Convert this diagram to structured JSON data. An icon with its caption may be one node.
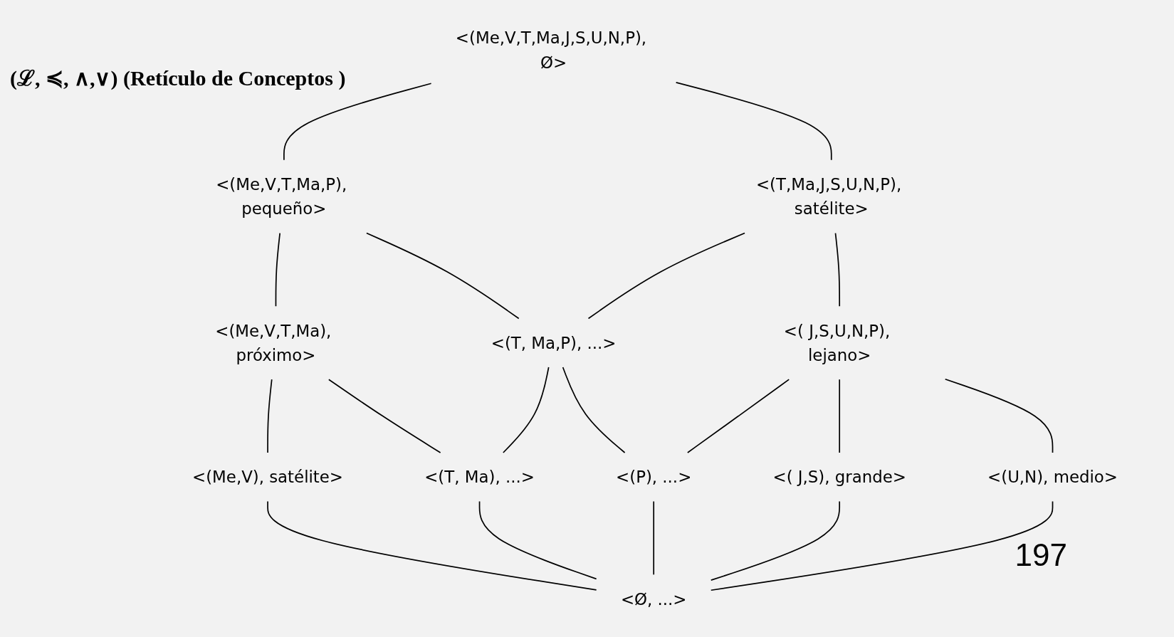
{
  "diagram": {
    "title": "(ℒ, ≼, ∧,∨) (Retículo de Conceptos )",
    "nodes": [
      {
        "text": [],
        "shape": "circle",
        "beside": [
          "<(Me,V,T,Ma,J,S,U,N,P), Ø>"
        ]
      },
      {
        "text": [],
        "shape": "circle",
        "beside": [
          "<(Me,V,T,Ma,P), pequeño>"
        ]
      },
      {
        "text": [],
        "shape": "circle",
        "beside": [
          "<(T,Ma,J,S,U,N,P), satélite>"
        ]
      },
      {
        "text": [],
        "shape": "circle",
        "beside": [
          "<(Me,V,T,Ma), próximo>"
        ]
      },
      {
        "text": [],
        "shape": "circle",
        "beside": [
          "<(T, Ma,P), ...>"
        ]
      },
      {
        "text": [],
        "shape": "circle",
        "beside": [
          "<( J,S,U,N,P), lejano>"
        ]
      },
      {
        "text": [],
        "shape": "circle",
        "beside": [
          "<(Me,V), satélite>"
        ]
      },
      {
        "text": [],
        "shape": "circle",
        "beside": [
          "<(T, Ma), ...>"
        ]
      },
      {
        "text": [],
        "shape": "circle",
        "beside": [
          "<(P), ...>"
        ]
      },
      {
        "text": [],
        "shape": "circle",
        "beside": [
          "<( J,S), grande>"
        ]
      },
      {
        "text": [],
        "shape": "circle",
        "beside": [
          "<(U,N), medio>"
        ]
      },
      {
        "text": [],
        "shape": "circle",
        "beside": [
          "<Ø, ...>"
        ]
      }
    ],
    "edges": [
      {
        "from": 0,
        "to": 1,
        "arrow": "none"
      },
      {
        "from": 0,
        "to": 2,
        "arrow": "none"
      },
      {
        "from": 1,
        "to": 3,
        "arrow": "none"
      },
      {
        "from": 1,
        "to": 4,
        "arrow": "none"
      },
      {
        "from": 2,
        "to": 4,
        "arrow": "none"
      },
      {
        "from": 2,
        "to": 5,
        "arrow": "none"
      },
      {
        "from": 3,
        "to": 6,
        "arrow": "none"
      },
      {
        "from": 3,
        "to": 7,
        "arrow": "none"
      },
      {
        "from": 4,
        "to": 7,
        "arrow": "none"
      },
      {
        "from": 4,
        "to": 8,
        "arrow": "none"
      },
      {
        "from": 5,
        "to": 8,
        "arrow": "none"
      },
      {
        "from": 5,
        "to": 9,
        "arrow": "none"
      },
      {
        "from": 5,
        "to": 10,
        "arrow": "none"
      },
      {
        "from": 6,
        "to": 11,
        "arrow": "none"
      },
      {
        "from": 7,
        "to": 11,
        "arrow": "none"
      },
      {
        "from": 8,
        "to": 11,
        "arrow": "none"
      },
      {
        "from": 9,
        "to": 11,
        "arrow": "none"
      },
      {
        "from": 10,
        "to": 11,
        "arrow": "none"
      }
    ],
    "labels": [
      "197"
    ]
  }
}
